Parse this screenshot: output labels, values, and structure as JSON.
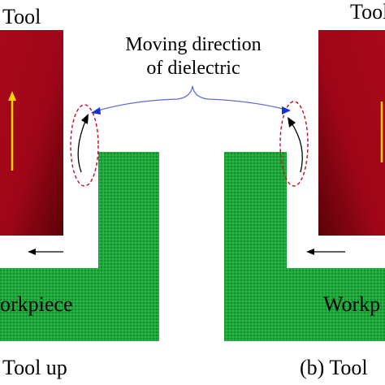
{
  "labels": {
    "tool_left": "Tool",
    "tool_right": "Tool",
    "annotation_line1": "Moving direction",
    "annotation_line2": "of dielectric",
    "workpiece_left": "orkpiece",
    "workpiece_right": "Workp",
    "caption_left": "Tool up",
    "caption_right": "(b) Tool"
  },
  "colors": {
    "tool_red": "#b3071b",
    "workpiece_green": "#1fa83a",
    "tool_arrow": "#ffd200",
    "annotation_line": "#5b6ed8",
    "annotation_arrowhead": "#1530d8",
    "flow_ellipse": "#c4172c"
  }
}
